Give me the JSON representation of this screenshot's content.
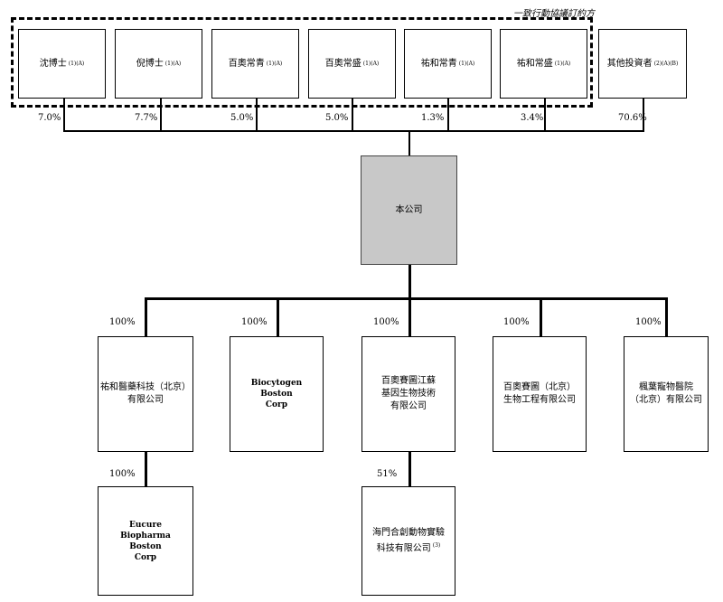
{
  "acting_in_concert_label": "一致行動協議訂約方",
  "shareholders": [
    {
      "name": "沈博士",
      "note": "(1)(A)",
      "pct": "7.0%"
    },
    {
      "name": "倪博士",
      "note": "(1)(A)",
      "pct": "7.7%"
    },
    {
      "name": "百奧常青",
      "note": "(1)(A)",
      "pct": "5.0%"
    },
    {
      "name": "百奧常盛",
      "note": "(1)(A)",
      "pct": "5.0%"
    },
    {
      "name": "祐和常青",
      "note": "(1)(A)",
      "pct": "1.3%"
    },
    {
      "name": "祐和常盛",
      "note": "(1)(A)",
      "pct": "3.4%"
    },
    {
      "name": "其他投資者",
      "note": "(2)(A)(B)",
      "pct": "70.6%"
    }
  ],
  "company": "本公司",
  "subsidiaries": [
    {
      "lines": [
        "祐和醫藥科技（北京）",
        "有限公司"
      ],
      "pct": "100%"
    },
    {
      "lines": [
        "Biocytogen",
        "Boston",
        "Corp"
      ],
      "pct": "100%"
    },
    {
      "lines": [
        "百奧賽圖江蘇",
        "基因生物技術",
        "有限公司"
      ],
      "pct": "100%"
    },
    {
      "lines": [
        "百奧賽圖（北京）",
        "生物工程有限公司"
      ],
      "pct": "100%"
    },
    {
      "lines": [
        "楓葉寵物醫院",
        "（北京）有限公司"
      ],
      "pct": "100%"
    }
  ],
  "second_level": [
    {
      "lines": [
        "Eucure",
        "Biopharma",
        "Boston",
        "Corp"
      ],
      "pct": "100%"
    },
    {
      "lines": [
        "海門合創動物實驗",
        "科技有限公司"
      ],
      "note": "(3)",
      "pct": "51%"
    }
  ],
  "colors": {
    "company_fill": "#c8c8c8",
    "line": "#000000"
  }
}
